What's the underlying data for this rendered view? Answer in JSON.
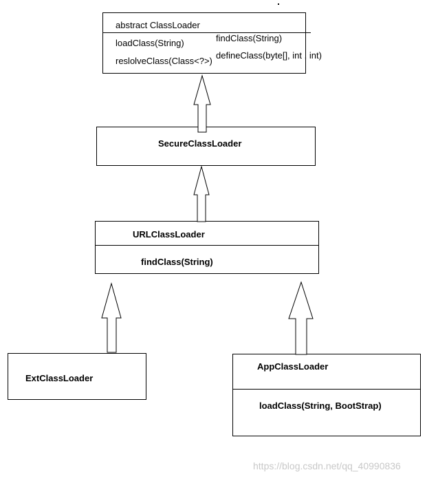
{
  "classloader": {
    "title": "abstract ClassLoader",
    "methods_left": [
      "loadClass(String)",
      "reslolveClass(Class<?>)"
    ],
    "methods_right": [
      "findClass(String)",
      "defineClass(byte[], int , int)"
    ]
  },
  "secure": {
    "title": "SecureClassLoader"
  },
  "url": {
    "title": "URLClassLoader",
    "method": "findClass(String)"
  },
  "ext": {
    "title": "ExtClassLoader"
  },
  "app": {
    "title": "AppClassLoader",
    "method": "loadClass(String, BootStrap)"
  },
  "watermark": "https://blog.csdn.net/qq_40990836"
}
